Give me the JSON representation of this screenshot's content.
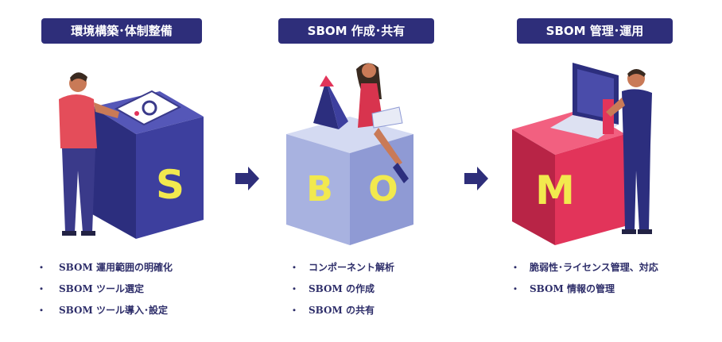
{
  "stages": [
    {
      "title": "環境構築･体制整備",
      "letters": [
        "S"
      ],
      "items": [
        "SBOM 運用範囲の明確化",
        "SBOM ツール選定",
        "SBOM ツール導入･設定"
      ]
    },
    {
      "title": "SBOM 作成･共有",
      "letters": [
        "B",
        "O"
      ],
      "items": [
        "コンポーネント解析",
        "SBOM の作成",
        "SBOM の共有"
      ]
    },
    {
      "title": "SBOM 管理･運用",
      "letters": [
        "M"
      ],
      "items": [
        "脆弱性･ライセンス管理、対応",
        "SBOM 情報の管理"
      ]
    }
  ],
  "bullet_symbol": "・",
  "colors": {
    "header_bg": "#2e2e7a",
    "header_text": "#ffffff",
    "item_text": "#2e2e6a",
    "arrow": "#2e2e7a",
    "cube_s_front": "#3d3f9e",
    "cube_s_side": "#2c2e7e",
    "cube_s_top": "#5557b8",
    "cube_bo_front": "#a8b2e0",
    "cube_bo_side": "#8f9ad4",
    "cube_bo_top": "#d4daf2",
    "cube_m_front": "#e2345a",
    "cube_m_side": "#b82446",
    "cube_m_top": "#f26080",
    "letter_color": "#f2e94e"
  },
  "icons": [
    "right-arrow-icon",
    "right-arrow-icon"
  ]
}
